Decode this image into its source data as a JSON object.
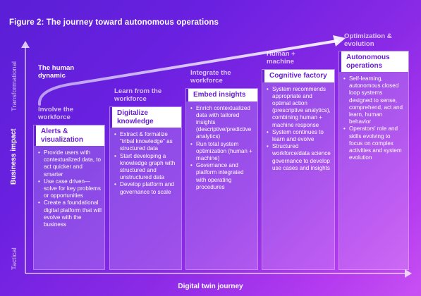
{
  "figure_title": "Figure 2: The journey toward autonomous operations",
  "y_axis": {
    "label": "Business impact",
    "top_label": "Transformational",
    "bottom_label": "Tactical"
  },
  "x_axis": {
    "label": "Digital twin journey"
  },
  "dynamic_label": "The human dynamic",
  "stages": [
    {
      "label": "Involve the workforce",
      "title": "Alerts & visualization",
      "bullets": [
        "Provide users with contextualized data, to act quicker and smarter",
        "Use case driven—solve for key problems or opportunities",
        "Create a foundational digital platform that will evolve with the business"
      ]
    },
    {
      "label": "Learn from the workforce",
      "title": "Digitalize knowledge",
      "bullets": [
        "Extract & formalize “tribal knowledge” as structured data",
        "Start developing a knowledge graph with structured and unstructured data",
        "Develop platform and governance to scale"
      ]
    },
    {
      "label": "Integrate the workforce",
      "title": "Embed insights",
      "bullets": [
        "Enrich contextualized data with tailored insights (descriptive/predictive analytics)",
        "Run total system optimization (human + machine)",
        "Governance and platform integrated with operating procedures"
      ]
    },
    {
      "label": "Human + machine",
      "title": "Cognitive factory",
      "bullets": [
        "System recommends appropriate and optimal action (prescriptive analytics), combining human + machine response",
        "System continues to learn and evolve",
        "Structured workforce/data science governance to develop use cases and insights"
      ]
    },
    {
      "label": "Optimization & evolution",
      "title": "Autonomous operations",
      "bullets": [
        "Self-learning, autonomous closed loop systems designed to sense, comprehend, act and learn, human behavior",
        "Operators' role and skills evolving to focus on complex activities and system evolution"
      ]
    }
  ]
}
